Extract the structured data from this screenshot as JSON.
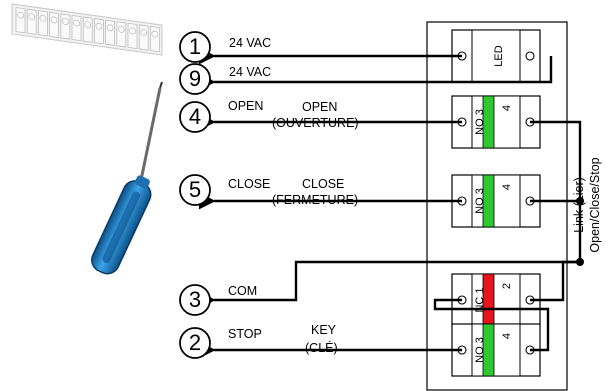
{
  "terminals": [
    {
      "number": "1",
      "signal": "24 VAC"
    },
    {
      "number": "9",
      "signal": "24 VAC"
    },
    {
      "number": "4",
      "signal": "OPEN"
    },
    {
      "number": "5",
      "signal": "CLOSE"
    },
    {
      "number": "3",
      "signal": "COM"
    },
    {
      "number": "2",
      "signal": "STOP"
    }
  ],
  "descriptions": {
    "open": {
      "line1": "OPEN",
      "line2": "(OUVERTURE)"
    },
    "close": {
      "line1": "CLOSE",
      "line2": "(FERMETURE)"
    },
    "key": {
      "line1": "KEY",
      "line2": "(CLÉ)"
    }
  },
  "switches": [
    {
      "label": "LED",
      "pin": "",
      "color": "#ffffff"
    },
    {
      "label": "NO 3",
      "pin": "4",
      "color": "#2ec92e"
    },
    {
      "label": "NO 3",
      "pin": "4",
      "color": "#2ec92e"
    },
    {
      "label": "NC 1",
      "pin": "2",
      "color": "#e8141b"
    },
    {
      "label": "NO 3",
      "pin": "4",
      "color": "#2ec92e"
    }
  ],
  "link_label": {
    "line1": "Link (Lier)",
    "line2": "Open/Close/Stop"
  },
  "icons": {
    "terminal_strip": "terminal-block-icon",
    "tool": "screwdriver-icon"
  },
  "colors": {
    "screwdriver_handle": "#2a8fd6",
    "wire": "#000000"
  }
}
